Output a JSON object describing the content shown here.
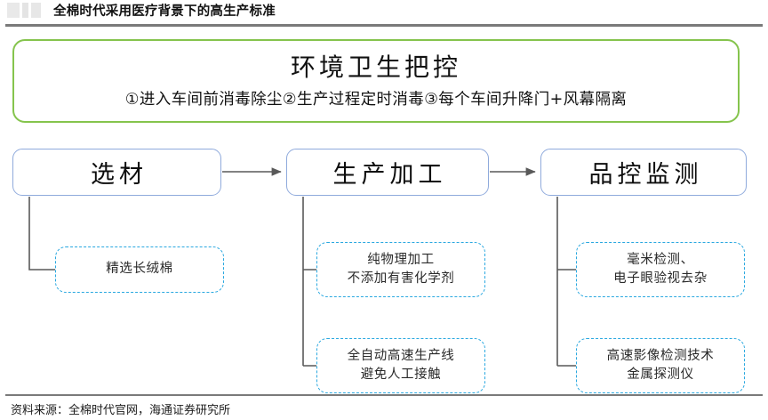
{
  "figure": {
    "title": "全棉时代采用医疗背景下的高生产标准",
    "watermark": "figure-number-watermark",
    "source_note": "资料来源：全棉时代官网，海通证券研究所"
  },
  "banner": {
    "title": "环境卫生把控",
    "subtitle": "①进入车间前消毒除尘②生产过程定时消毒③每个车间升降门+风幕隔离",
    "border_color": "#85c44d"
  },
  "flow": {
    "arrow_color": "#595959",
    "step_border_color": "#8faadc",
    "detail_border_color": "#2aa8e0",
    "steps": [
      {
        "label": "选材",
        "details": [
          {
            "lines": [
              "精选长绒棉"
            ]
          }
        ]
      },
      {
        "label": "生产加工",
        "details": [
          {
            "lines": [
              "纯物理加工",
              "不添加有害化学剂"
            ]
          },
          {
            "lines": [
              "全自动高速生产线",
              "避免人工接触"
            ]
          }
        ]
      },
      {
        "label": "品控监测",
        "details": [
          {
            "lines": [
              "毫米检测、",
              "电子眼验视去杂"
            ]
          },
          {
            "lines": [
              "高速影像检测技术",
              "金属探测仪"
            ]
          }
        ]
      }
    ]
  }
}
